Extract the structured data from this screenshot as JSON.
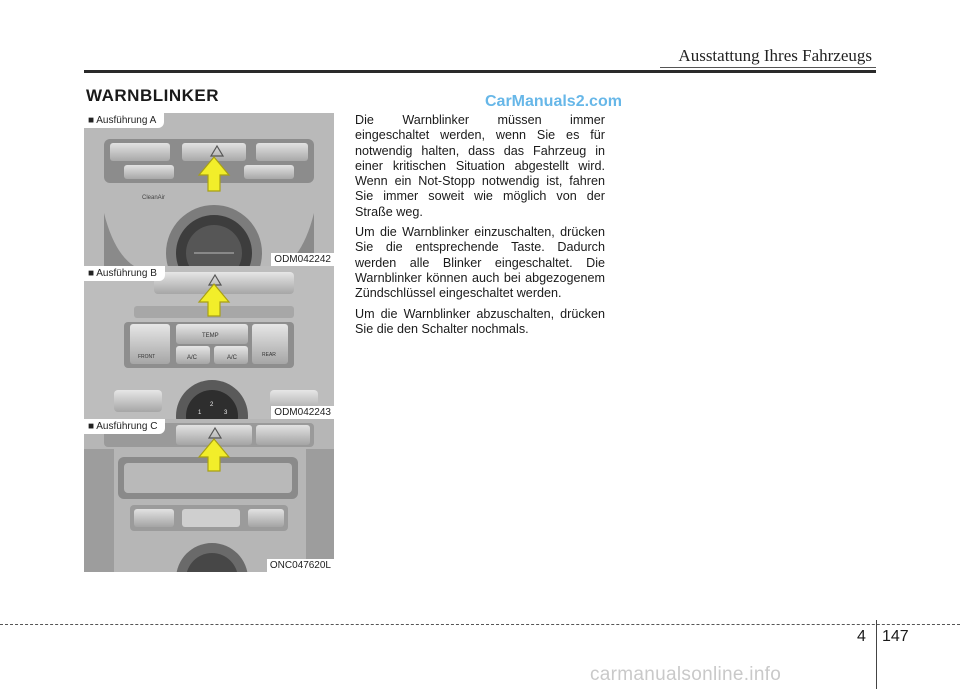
{
  "header": {
    "title": "Ausstattung Ihres Fahrzeugs"
  },
  "section": {
    "title": "WARNBLINKER"
  },
  "watermark": {
    "text": "CarManuals2.com"
  },
  "figures": [
    {
      "label": "■ Ausführung A",
      "code": "ODM042242"
    },
    {
      "label": "■ Ausführung B",
      "code": "ODM042243"
    },
    {
      "label": "■ Ausführung C",
      "code": "ONC047620L"
    }
  ],
  "panel_text": {
    "cleanair": "CleanAir",
    "temp": "TEMP",
    "ac": "A/C",
    "auto_ac": "A/C",
    "front": "FRONT",
    "rear": "REAR",
    "dial_1": "1",
    "dial_2": "2",
    "dial_3": "3"
  },
  "body": {
    "paragraphs": [
      "Die Warnblinker müssen immer eingeschaltet werden, wenn Sie es für notwendig halten, dass das Fahrzeug in einer kritischen Situation abgestellt wird. Wenn ein Not-Stopp notwendig ist, fahren Sie immer soweit wie möglich von der Straße weg.",
      "Um die Warnblinker einzuschalten, drücken Sie die entsprechende Taste. Dadurch werden alle Blinker eingeschaltet. Die Warnblinker können auch bei abgezogenem Zündschlüssel eingeschaltet werden.",
      "Um die Warnblinker abzuschalten, drücken Sie die den Schalter nochmals."
    ]
  },
  "footer": {
    "chapter": "4",
    "page": "147",
    "watermark": "carmanualsonline.info"
  },
  "colors": {
    "arrow": "#f2ee2a",
    "watermark": "#67b7e8",
    "rule": "#2a2a2a"
  }
}
